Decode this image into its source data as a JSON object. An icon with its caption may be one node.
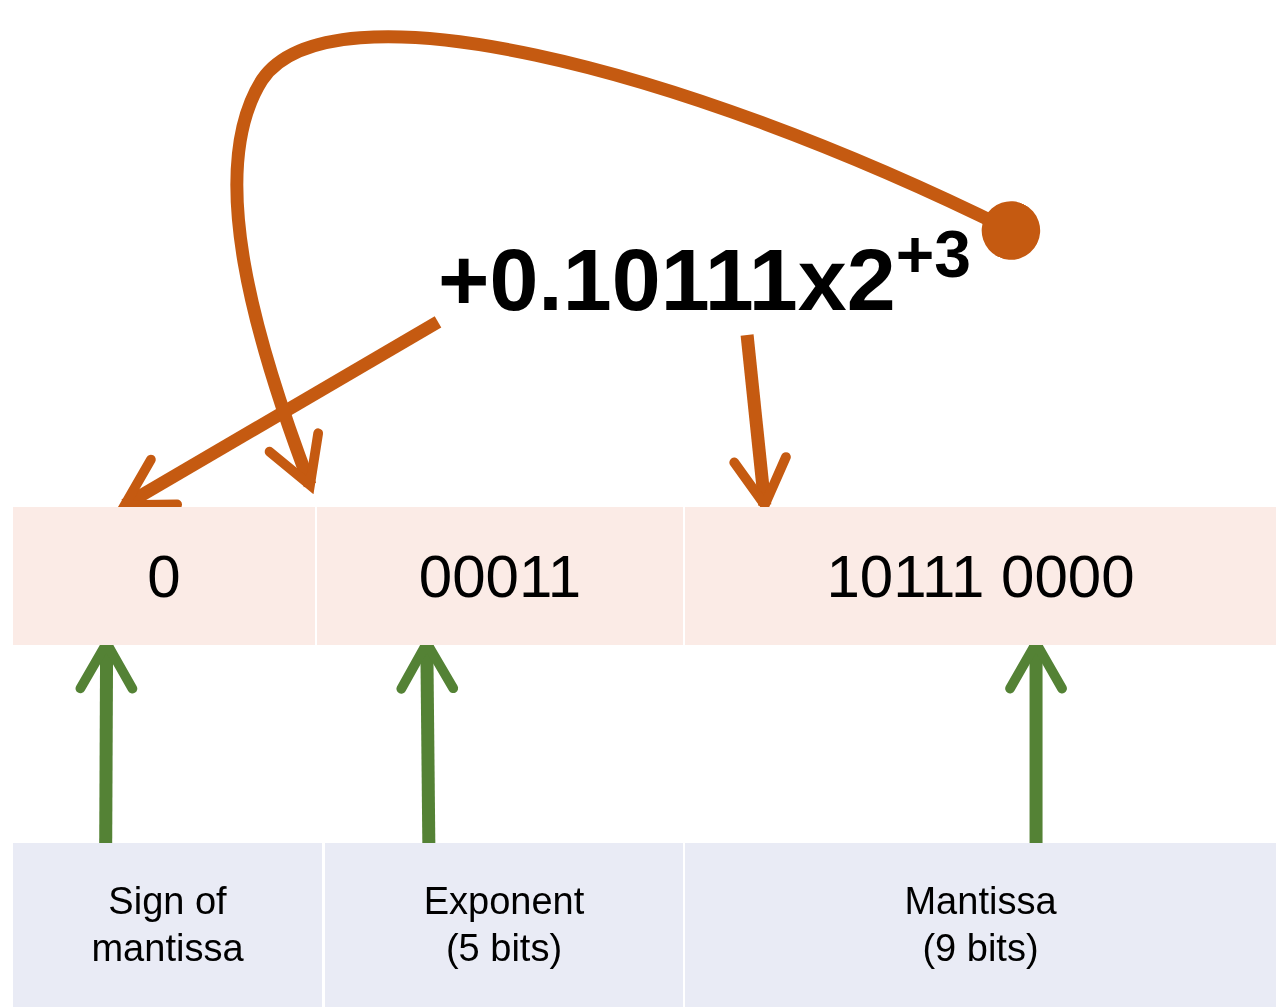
{
  "diagram": {
    "nodes": [
      {
        "text": [
          "+0.10111x2$^{+3}$"
        ]
      },
      {
        "text": [
          "0"
        ]
      },
      {
        "text": [
          "00011"
        ]
      },
      {
        "text": [
          "10111 0000"
        ]
      },
      {
        "text": [
          "Sign of mantissa"
        ]
      },
      {
        "text": [
          "Exponent (5 bits)"
        ]
      },
      {
        "text": [
          "Mantissa (9 bits)"
        ]
      }
    ],
    "edges": [
      {
        "from": 0,
        "to": 1,
        "arrow": "to",
        "color": "#c55a11"
      },
      {
        "from": 0,
        "to": 2,
        "arrow": "to",
        "color": "#c55a11"
      },
      {
        "from": 0,
        "to": 3,
        "arrow": "to",
        "color": "#c55a11"
      },
      {
        "from": 4,
        "to": 1,
        "arrow": "to",
        "color": "#548235"
      },
      {
        "from": 5,
        "to": 2,
        "arrow": "to",
        "color": "#548235"
      },
      {
        "from": 6,
        "to": 3,
        "arrow": "to",
        "color": "#548235"
      }
    ]
  }
}
